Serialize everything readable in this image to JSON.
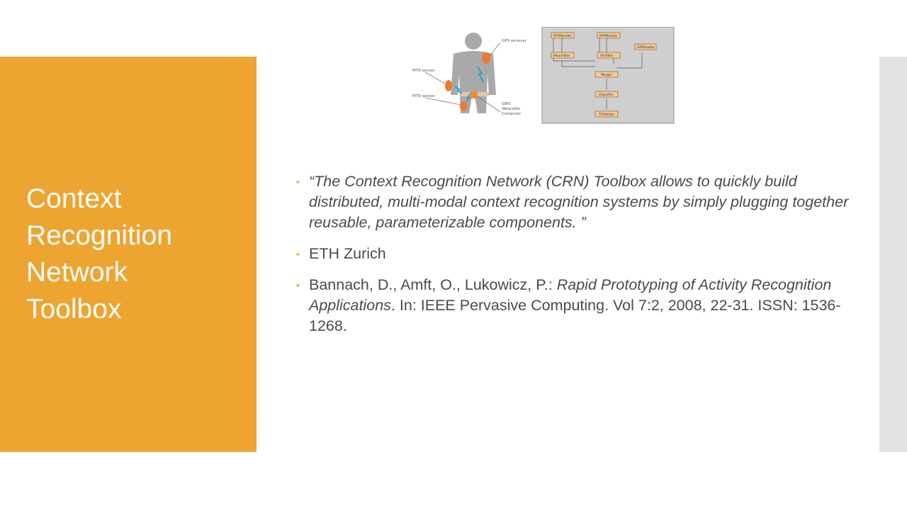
{
  "slide": {
    "title_lines": [
      "Context",
      "Recognition",
      "Network",
      "Toolbox"
    ],
    "bullet_glyph": "▪",
    "accent_color": "#eea430",
    "bullets": [
      {
        "quote": "“The Context Recognition Network (CRN) Toolbox allows to quickly build distributed, multi-modal context recognition systems by simply plugging together reusable, parameterizable components. ”"
      },
      {
        "text": "ETH Zurich"
      },
      {
        "authors": "Bannach, D., Amft, O., Lukowicz, P.: ",
        "paper_title": "Rapid Prototyping of Activity Recognition Applications",
        "rest": ". In: IEEE Pervasive Computing. Vol 7:2, 2008, 22-31.  ISSN: 1536-1268."
      }
    ]
  },
  "figure": {
    "body_labels": {
      "gps": "GPS receiver",
      "mt1": "MT9 sensor",
      "mt2": "MT9 sensor",
      "qbic1": "QBIC",
      "qbic2": "Wearable",
      "qbic3": "Computer"
    },
    "nodes": {
      "mt9reader1": "MT9Reader",
      "mt9reader2": "MT9Reader",
      "gpsreader": "GPSReader",
      "meanfilter": "MeanFilter",
      "varfilter": "VarFilter",
      "merger": "Merger",
      "classifier": "Classifier",
      "tcpwriter": "TCPWriter"
    }
  }
}
